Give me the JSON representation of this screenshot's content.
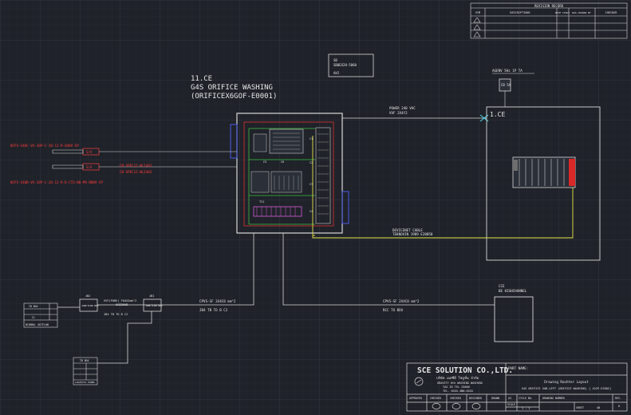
{
  "revision_block": {
    "title": "REVISION RECORD",
    "headers": [
      "SYM",
      "DESCRIPTIONS",
      "DATE ISSUE",
      "WAS CHANGE BY",
      "CHECKER"
    ]
  },
  "panel": {
    "line1": "11.CE",
    "line2": "G4S ORIFICE WASHING",
    "line3": "(ORIFICEX6GOF-E0001)"
  },
  "junction_box_top": {
    "ref": "SB",
    "code": "SB0EX20-5060",
    "note": "Ak5"
  },
  "ccr": {
    "supply_label": "AGENV 5Hz 1P TA",
    "device": "CB 5A",
    "label": "1.CE"
  },
  "power_cable": {
    "line1": "POWER 240 VAC",
    "line2": "VVF 2X4Y2"
  },
  "devicenet_cable": {
    "line1": "DEVICENET CABLE",
    "line2": "TEKNOVIN 1989 E20050"
  },
  "red_labels": {
    "top_line": "NCP3-S40C-VA-20P-C-20-12-R-Q40V-SP",
    "tag1": "S/V",
    "lamp_a": "CB-SPEC12-WL1401",
    "lamp_b": "CB-SPEC12-WL1402",
    "tag2": "S/V",
    "bottom_line": "NCP3-S40B-VA-20P-C-20-12-R-D-CTU-N0-M9-BN0V-SP"
  },
  "cabinet": {
    "slots": [
      "C1",
      "C2",
      "C3",
      "C4",
      "C5",
      "C6",
      "T21"
    ]
  },
  "left_cable": {
    "line1": "VVF(PORE) F04X2mm^2",
    "line2": "USB2NAB",
    "line3": "JB4 TB TO B C2"
  },
  "jb1_label": "JB1",
  "jb2_label": "JB2",
  "left_box": "JUNCTION BOX",
  "right_box": "JUNCTION BOX",
  "mid_cable": {
    "line1": "CPVS-SF 3X4C0 mm^2",
    "line2": "JB4 TB TO B C2"
  },
  "right_cable": {
    "line1": "CPVS-SF 2X4C0 mm^2",
    "line2": "RCC TO BOX"
  },
  "right_box_label": {
    "line1": "CCE",
    "line2": "BE HIGHCHANNEL"
  },
  "small_box_a": {
    "title": "TB BOX",
    "cell": "C1",
    "footer": "BCOMAN. OUTFLOW"
  },
  "small_box_b": {
    "title": "TB BOX",
    "footer": "LOGISTIC PANEL"
  },
  "title_block": {
    "company": "SCE SOLUTION CO.,LTD.",
    "company_thai": "บริษัท เอสซีอี โซลูชั่น จำกัด",
    "addr1": "GRAVITY 6th WASHING WASHING",
    "addr2": "TAX ID TEL 25000",
    "addr3": "TEL. 0XXX-4NN-6XXX",
    "part_name_label": "PART NAME:",
    "drawing_title": "Drawing Rachter Layout",
    "drawing_sub": "G4S ORIFICE SUB-LEFT (ORIFICE WASHING) [ 422P-EZ002]",
    "approved": "APPROVED",
    "checked": "CHECKED",
    "checked2": "CHECKED",
    "designed": "DESIGNED",
    "drawn": "DRAWN",
    "cycle": "CYCLE NO.",
    "drawing_number": "DRAWING NUMBER",
    "rev": "REV.",
    "rev_val": "0",
    "scale": "SCALE",
    "scale_val": "1 : 1",
    "sheet": "SHEET",
    "sheet_val": "40",
    "size": "A3"
  }
}
